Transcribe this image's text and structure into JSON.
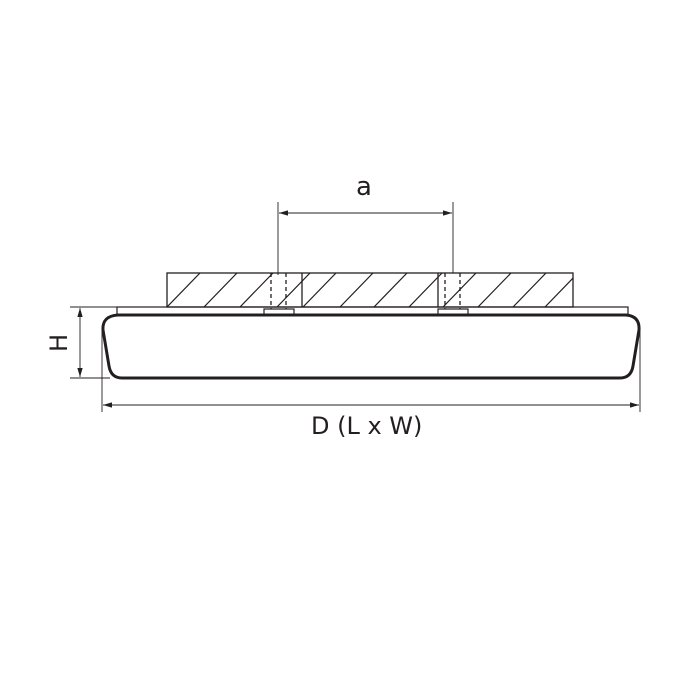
{
  "diagram": {
    "type": "dimension-drawing",
    "subject": "ceiling lamp side view",
    "labels": {
      "a": "a",
      "height": "H",
      "diameter": "D (L x W)"
    },
    "colors": {
      "line": "#231f20",
      "background": "#ffffff"
    }
  }
}
